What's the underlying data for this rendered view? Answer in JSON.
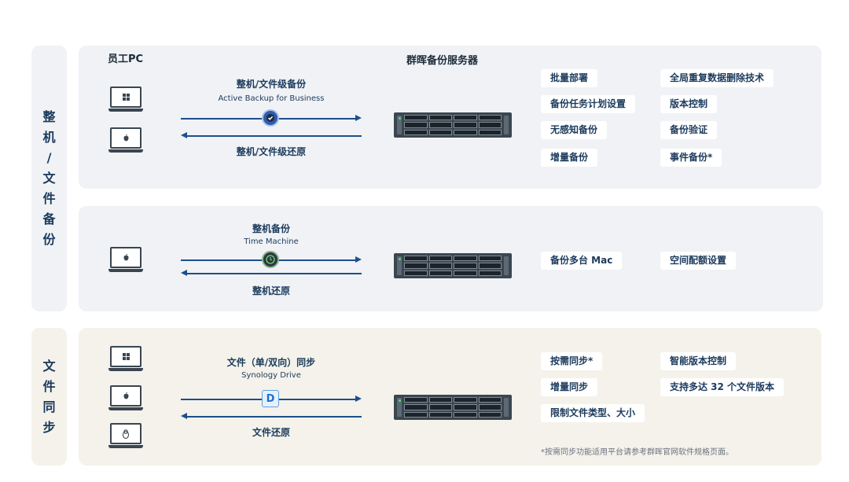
{
  "sections": {
    "backup_side": [
      "整",
      "机",
      "/",
      "文",
      "件",
      "备",
      "份"
    ],
    "sync_side": [
      "文",
      "件",
      "同",
      "步"
    ]
  },
  "headers": {
    "employee_pc": "员工PC",
    "server": "群晖备份服务器"
  },
  "panel1": {
    "backup_title": "整机/文件级备份",
    "backup_product": "Active Backup for Business",
    "restore_title": "整机/文件级还原",
    "features": [
      "批量部署",
      "全局重复数据删除技术",
      "备份任务计划设置",
      "版本控制",
      "无感知备份",
      "备份验证",
      "增量备份",
      "事件备份*"
    ]
  },
  "panel2": {
    "backup_title": "整机备份",
    "backup_product": "Time Machine",
    "restore_title": "整机还原",
    "features": [
      "备份多台 Mac",
      "空间配额设置"
    ]
  },
  "panel3": {
    "sync_title": "文件（单/双向）同步",
    "sync_product": "Synology Drive",
    "restore_title": "文件还原",
    "features": [
      "按需同步*",
      "智能版本控制",
      "增量同步",
      "支持多达 32 个文件版本",
      "限制文件类型、大小"
    ],
    "footnote": "*按需同步功能适用平台请参考群晖官网软件规格页面。"
  },
  "icons": {
    "windows": "windows-icon",
    "apple": "apple-icon",
    "linux": "linux-icon",
    "active_backup": "active-backup-icon",
    "time_machine": "time-machine-icon",
    "synology_drive": "synology-drive-icon"
  },
  "colors": {
    "panel_blue": "#f0f2f5",
    "panel_green": "#f4f2ea",
    "arrow": "#1e4e8c",
    "text": "#1b3a5c"
  }
}
